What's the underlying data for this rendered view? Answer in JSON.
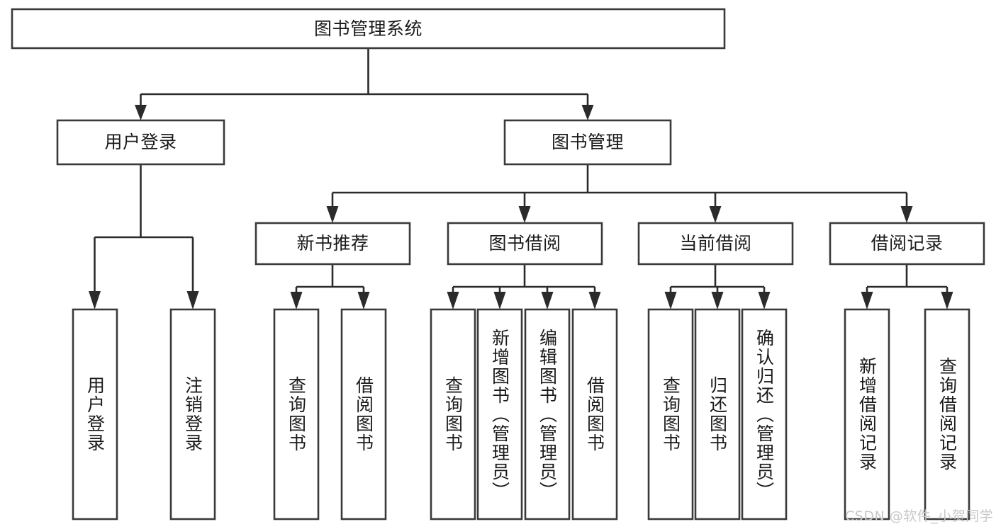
{
  "diagram": {
    "type": "tree-hierarchy",
    "title": "图书管理系统",
    "watermark": "CSDN @软件_小贺同学",
    "colors": {
      "box_stroke": "#3a3a3a",
      "box_fill": "#ffffff",
      "connector": "#2b2b2b",
      "text": "#1a1a1a",
      "watermark": "#c8c8c8",
      "background": "#ffffff"
    },
    "nodes": {
      "root": {
        "label": "图书管理系统",
        "level": 1,
        "orientation": "horizontal"
      },
      "l2_user_login": {
        "label": "用户登录",
        "level": 2,
        "orientation": "horizontal"
      },
      "l2_book_mgmt": {
        "label": "图书管理",
        "level": 2,
        "orientation": "horizontal"
      },
      "l3_new_book_rec": {
        "label": "新书推荐",
        "level": 3,
        "orientation": "horizontal"
      },
      "l3_book_borrow": {
        "label": "图书借阅",
        "level": 3,
        "orientation": "horizontal"
      },
      "l3_current_borrow": {
        "label": "当前借阅",
        "level": 3,
        "orientation": "horizontal"
      },
      "l3_borrow_record": {
        "label": "借阅记录",
        "level": 3,
        "orientation": "horizontal"
      },
      "leaf_user_login": {
        "label": "用户登录",
        "level": 4,
        "orientation": "vertical"
      },
      "leaf_user_logout": {
        "label": "注销登录",
        "level": 4,
        "orientation": "vertical"
      },
      "leaf_rec_query": {
        "label": "查询图书",
        "level": 4,
        "orientation": "vertical"
      },
      "leaf_rec_borrow": {
        "label": "借阅图书",
        "level": 4,
        "orientation": "vertical"
      },
      "leaf_borrow_query": {
        "label": "查询图书",
        "level": 4,
        "orientation": "vertical"
      },
      "leaf_borrow_add": {
        "label": "新增图书（管理员）",
        "level": 4,
        "orientation": "vertical"
      },
      "leaf_borrow_edit": {
        "label": "编辑图书（管理员）",
        "level": 4,
        "orientation": "vertical"
      },
      "leaf_borrow_do": {
        "label": "借阅图书",
        "level": 4,
        "orientation": "vertical"
      },
      "leaf_cur_query": {
        "label": "查询图书",
        "level": 4,
        "orientation": "vertical"
      },
      "leaf_cur_return": {
        "label": "归还图书",
        "level": 4,
        "orientation": "vertical"
      },
      "leaf_cur_confirm": {
        "label": "确认归还（管理员）",
        "level": 4,
        "orientation": "vertical"
      },
      "leaf_rec_add": {
        "label": "新增借阅记录",
        "level": 4,
        "orientation": "vertical"
      },
      "leaf_rec_search": {
        "label": "查询借阅记录",
        "level": 4,
        "orientation": "vertical"
      }
    },
    "edges": [
      {
        "from": "root",
        "to": "l2_user_login"
      },
      {
        "from": "root",
        "to": "l2_book_mgmt"
      },
      {
        "from": "l2_user_login",
        "to": "leaf_user_login"
      },
      {
        "from": "l2_user_login",
        "to": "leaf_user_logout"
      },
      {
        "from": "l2_book_mgmt",
        "to": "l3_new_book_rec"
      },
      {
        "from": "l2_book_mgmt",
        "to": "l3_book_borrow"
      },
      {
        "from": "l2_book_mgmt",
        "to": "l3_current_borrow"
      },
      {
        "from": "l2_book_mgmt",
        "to": "l3_borrow_record"
      },
      {
        "from": "l3_new_book_rec",
        "to": "leaf_rec_query"
      },
      {
        "from": "l3_new_book_rec",
        "to": "leaf_rec_borrow"
      },
      {
        "from": "l3_book_borrow",
        "to": "leaf_borrow_query"
      },
      {
        "from": "l3_book_borrow",
        "to": "leaf_borrow_add"
      },
      {
        "from": "l3_book_borrow",
        "to": "leaf_borrow_edit"
      },
      {
        "from": "l3_book_borrow",
        "to": "leaf_borrow_do"
      },
      {
        "from": "l3_current_borrow",
        "to": "leaf_cur_query"
      },
      {
        "from": "l3_current_borrow",
        "to": "leaf_cur_return"
      },
      {
        "from": "l3_current_borrow",
        "to": "leaf_cur_confirm"
      },
      {
        "from": "l3_borrow_record",
        "to": "leaf_rec_add"
      },
      {
        "from": "l3_borrow_record",
        "to": "leaf_rec_search"
      }
    ]
  }
}
